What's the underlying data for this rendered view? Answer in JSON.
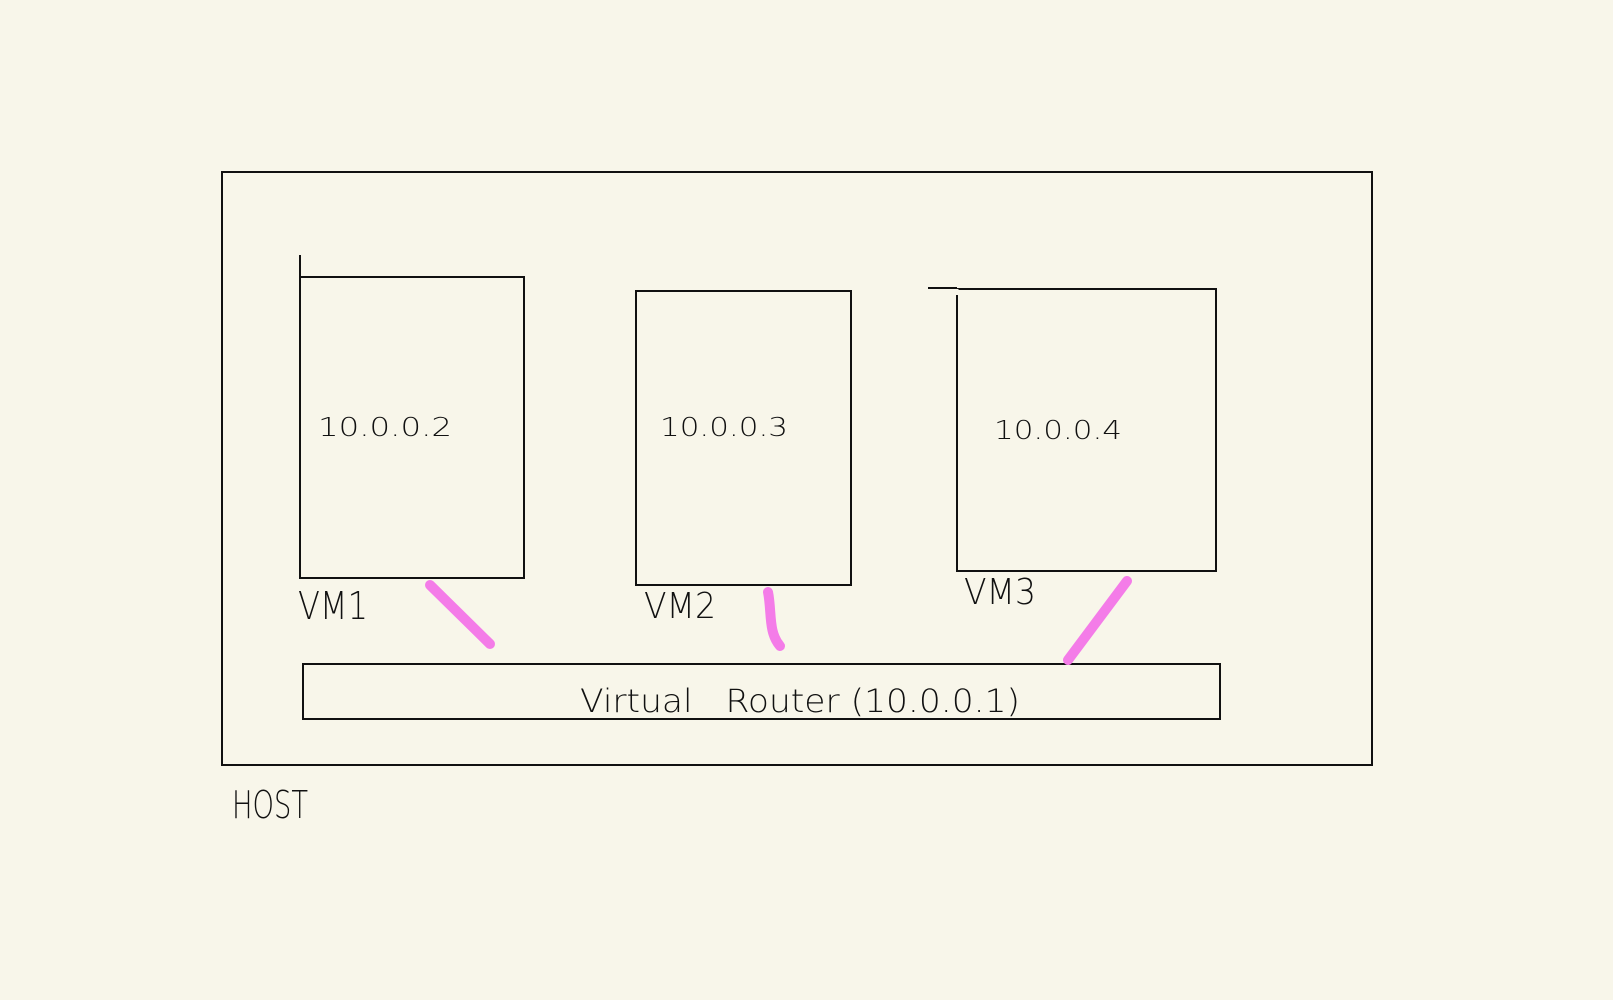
{
  "diagram": {
    "host": {
      "label": "HOST"
    },
    "vms": [
      {
        "name": "VM1",
        "ip": "10.0.0.2"
      },
      {
        "name": "VM2",
        "ip": "10.0.0.3"
      },
      {
        "name": "VM3",
        "ip": "10.0.0.4"
      }
    ],
    "router": {
      "label": "Virtual   Router (10.0.0.1)"
    },
    "colors": {
      "background": "#f8f6ea",
      "stroke": "#111111",
      "link": "#f47ce8"
    }
  }
}
